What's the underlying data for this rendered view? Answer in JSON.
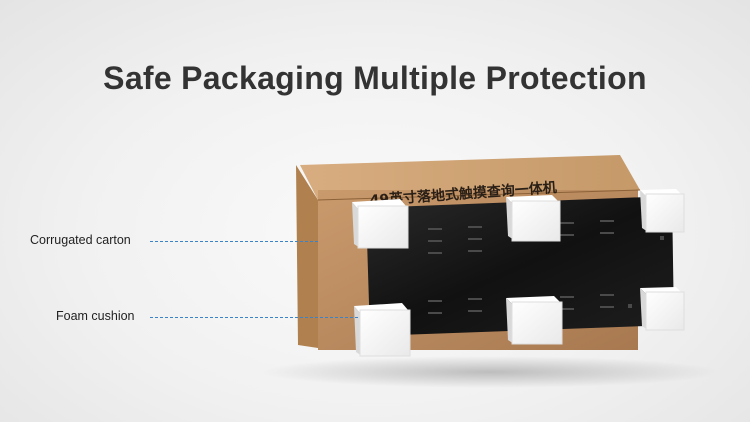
{
  "title": "Safe Packaging  Multiple Protection",
  "labels": {
    "carton": "Corrugated carton",
    "foam": "Foam cushion"
  },
  "box_print": "49英寸落地式触摸查询一体机",
  "colors": {
    "title": "#333333",
    "carton": "#b8875a",
    "foam": "#f4f4f4",
    "screen": "#151515",
    "leader": "#3a83c9"
  }
}
